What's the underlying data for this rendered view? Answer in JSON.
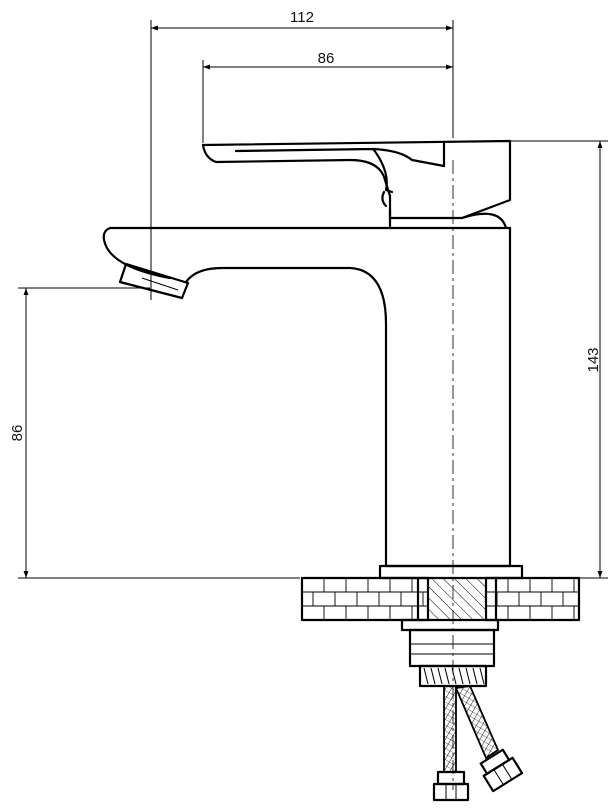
{
  "dimensions": {
    "overall_reach": "112",
    "lever_length": "86",
    "total_height": "143",
    "spout_height": "86"
  },
  "colors": {
    "line": "#000000",
    "background": "#ffffff"
  }
}
